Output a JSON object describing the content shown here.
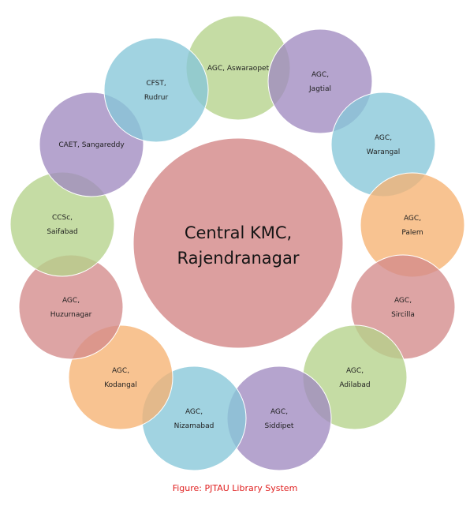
{
  "center": {
    "lines": [
      "Central KMC,",
      "Rajendranagar"
    ],
    "color": "#d48a8a"
  },
  "satellites": [
    {
      "id": "agc-aswaraopet",
      "lines": [
        "AGC, Aswaraopet"
      ],
      "color": "#b5d28a"
    },
    {
      "id": "agc-jagtial",
      "lines": [
        "AGC,",
        "Jagtial"
      ],
      "color": "#a08ac0"
    },
    {
      "id": "agc-warangal",
      "lines": [
        "AGC,",
        "Warangal"
      ],
      "color": "#86c6d8"
    },
    {
      "id": "agc-palem",
      "lines": [
        "AGC,",
        "Palem"
      ],
      "color": "#f6b272"
    },
    {
      "id": "agc-sircilla",
      "lines": [
        "AGC,",
        "Sircilla"
      ],
      "color": "#d48a8a"
    },
    {
      "id": "agc-adilabad",
      "lines": [
        "AGC,",
        "Adilabad"
      ],
      "color": "#b5d28a"
    },
    {
      "id": "agc-siddipet",
      "lines": [
        "AGC,",
        "Siddipet"
      ],
      "color": "#a08ac0"
    },
    {
      "id": "agc-nizamabad",
      "lines": [
        "AGC,",
        "Nizamabad"
      ],
      "color": "#86c6d8"
    },
    {
      "id": "agc-kodangal",
      "lines": [
        "AGC,",
        "Kodangal"
      ],
      "color": "#f6b272"
    },
    {
      "id": "agc-huzurnagar",
      "lines": [
        "AGC,",
        "Huzurnagar"
      ],
      "color": "#d48a8a"
    },
    {
      "id": "ccsc-saifabad",
      "lines": [
        "CCSc,",
        "Saifabad"
      ],
      "color": "#b5d28a"
    },
    {
      "id": "caet-sangareddy",
      "lines": [
        "CAET, Sangareddy"
      ],
      "color": "#a08ac0"
    },
    {
      "id": "cfst-rudrur",
      "lines": [
        "CFST,",
        "Rudrur"
      ],
      "color": "#86c6d8"
    }
  ],
  "caption": "Figure: PJTAU Library System"
}
